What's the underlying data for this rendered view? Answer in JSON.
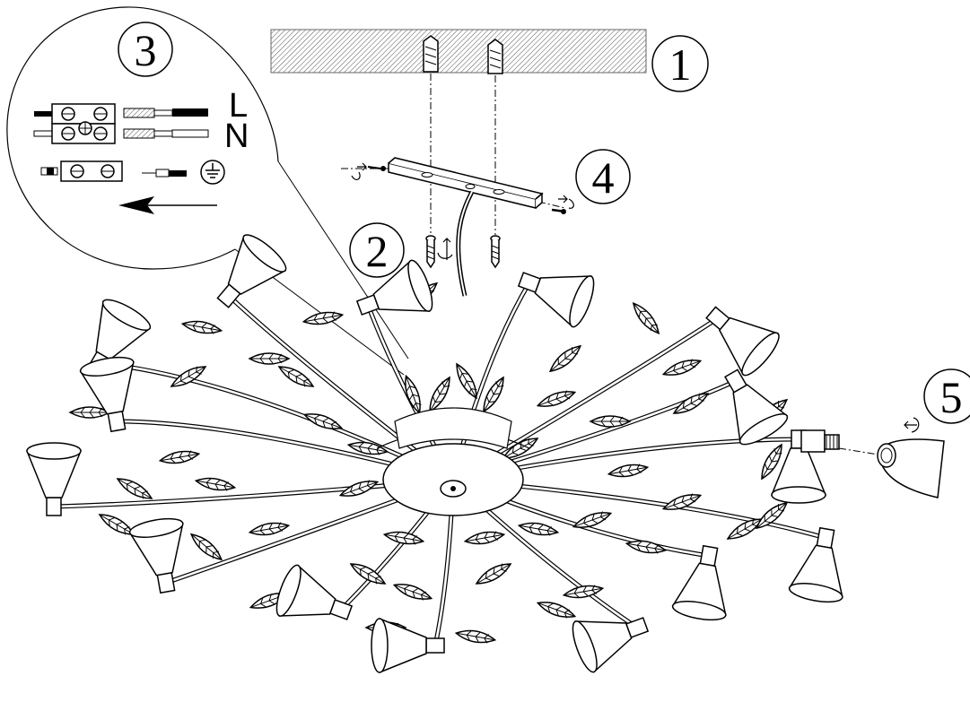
{
  "steps": {
    "step1": "1",
    "step2": "2",
    "step3": "3",
    "step4": "4",
    "step5": "5"
  },
  "wiring": {
    "live": "L",
    "neutral": "N"
  },
  "icons": {
    "ground": "ground-symbol-icon",
    "arrow": "arrow-left-icon",
    "rotate": "rotate-arrow-icon"
  },
  "colors": {
    "line": "#000000",
    "ceiling": "#9a9a9a"
  }
}
